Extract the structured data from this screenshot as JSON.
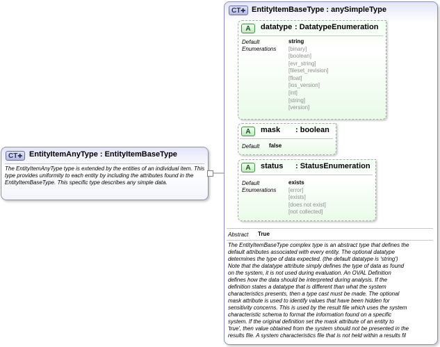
{
  "left_type": {
    "badge": "CT",
    "title": "EntityItemAnyType : EntityItemBaseType",
    "doc": "The EntityItemAnyType type is extended by the entities of an individual item. This type provides uniformity to each entity by including the attributes found in the EntityItemBaseType. This specific type describes any simple data."
  },
  "base_type": {
    "badge": "CT",
    "title": "EntityItemBaseType : anySimpleType",
    "abstract_label": "Abstract",
    "abstract_value": "True",
    "doc_lines": [
      "The EntityItemBaseType complex type is an abstract type that defines the",
      "default attributes associated with every entity.  The optional datatype",
      "determines the type of data expected. (the default datatype is 'string')",
      "Note that the datatype attribute simply defines the type of data as found",
      "on the system, it is not used during evaluation.  An OVAL Definition",
      "defines how the data should be interpreted during analysis.  If the",
      "definition states a datatype that is different than what the system",
      "characteristics presents, then a type cast must be made.  The optional",
      "mask attribute is used to identify values that have been hidden for",
      "sensitivity concerns.  This is used by the result file which uses the system",
      "characteristic schema to format the information found on a specific",
      "system.  If the original definition set the mask attribute of an entity to",
      "'true', then value obtained from the system should not be presented in the",
      "results file.  A system characteristics file that is not held within a results fil"
    ]
  },
  "attributes": [
    {
      "badge": "A",
      "name": "datatype",
      "type": ": DatatypeEnumeration",
      "default_label": "Default",
      "default_value": "string",
      "enum_label": "Enumerations",
      "enumerations": [
        "[binary]",
        "[boolean]",
        "[evr_string]",
        "[fileset_revision]",
        "[float]",
        "[ios_version]",
        "[int]",
        "[string]",
        "[version]"
      ]
    },
    {
      "badge": "A",
      "name": "mask",
      "type": ": boolean",
      "default_label": "Default",
      "default_value": "false"
    },
    {
      "badge": "A",
      "name": "status",
      "type": ": StatusEnumeration",
      "default_label": "Default",
      "default_value": "exists",
      "enum_label": "Enumerations",
      "enumerations": [
        "[error]",
        "[exists]",
        "[does not exist]",
        "[not collected]"
      ]
    }
  ]
}
